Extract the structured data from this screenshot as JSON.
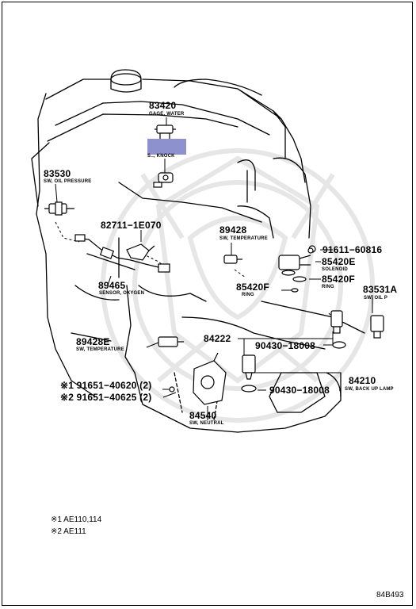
{
  "labels": {
    "p83420": "83420",
    "p83420_sub": "GAGE, WATER",
    "p_knock_sub": "S.., KNOCK",
    "p83530": "83530",
    "p83530_sub": "SW, OIL PRESSURE",
    "p82711": "82711−1E070",
    "p89428": "89428",
    "p89428_sub": "SW, TEMPERATURE",
    "p91611": "91611−60816",
    "p85420E": "85420E",
    "p85420E_sub": "SOLENOID",
    "p85420F": "85420F",
    "p85420F_sub": "RING",
    "p85420F_b": "85420F",
    "p85420F_b_sub": "RING",
    "p83531A": "83531A",
    "p83531A_sub": "SW, OIL P",
    "p89465": "89465",
    "p89465_sub": "SENSOR, OXYGEN",
    "p89428E": "89428E",
    "p89428E_sub": "SW, TEMPERATURE",
    "p84222": "84222",
    "p90430_a": "90430−18008",
    "p84210": "84210",
    "p84210_sub": "SW, BACK UP LAMP",
    "p90430_b": "90430−18008",
    "p91651_1": "※1  91651−40620 (2)",
    "p91651_2": "※2  91651−40625 (2)",
    "p84540": "84540",
    "p84540_sub": "SW, NEUTRAL"
  },
  "notes": {
    "n1": "※1 AE110,114",
    "n2": "※2 AE111"
  },
  "figure_code": "84B493",
  "colors": {
    "highlight": "#8d92cf",
    "line": "#000000",
    "watermark": "#e8e8e8"
  }
}
